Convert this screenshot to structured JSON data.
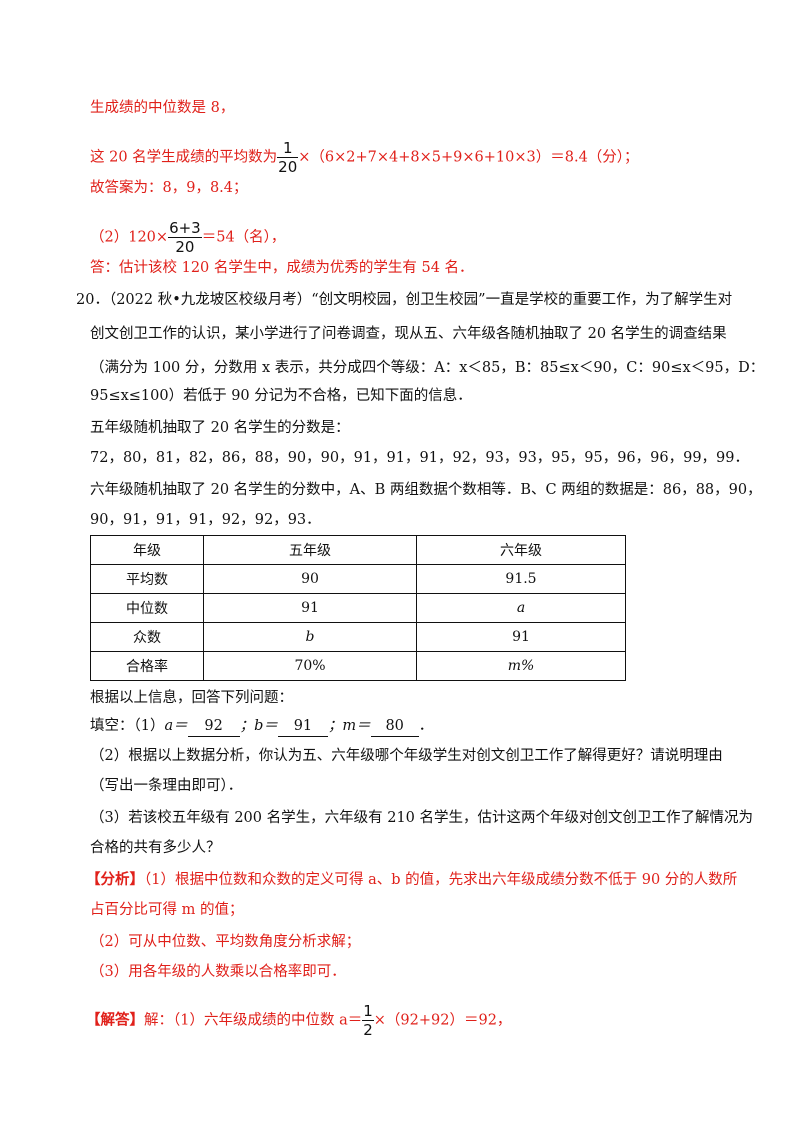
{
  "prev_solution": {
    "median_line": "生成绩的中位数是 8，",
    "mean_prefix": "这 20 名学生成绩的平均数为",
    "mean_frac_num": "1",
    "mean_frac_den": "20",
    "mean_suffix": "×（6×2+7×4+8×5+9×6+10×3）＝8.4（分）；",
    "answer_line": "故答案为：8，9，8.4；",
    "part2_prefix": "（2）120×",
    "part2_frac_num": "6+3",
    "part2_frac_den": "20",
    "part2_suffix": "＝54（名），",
    "final_answer": "答：估计该校 120 名学生中，成绩为优秀的学生有 54 名．"
  },
  "problem": {
    "number": "20．",
    "line1": "（2022 秋•九龙坡区校级月考）“创文明校园，创卫生校园”一直是学校的重要工作，为了解学生对",
    "line2": "创文创卫工作的认识，某小学进行了问卷调查，现从五、六年级各随机抽取了 20 名学生的调查结果",
    "line3": "（满分为 100 分，分数用 x 表示，共分成四个等级：A：x＜85，B：85≤x＜90，C：90≤x＜95，D：",
    "line4": "95≤x≤100）若低于 90 分记为不合格，已知下面的信息．",
    "grade5_intro": "五年级随机抽取了 20 名学生的分数是：",
    "grade5_scores": "72，80，81，82，86，88，90，90，91，91，91，92，93，93，95，95，96，96，99，99．",
    "grade6_line1": "六年级随机抽取了 20 名学生的分数中，A、B 两组数据个数相等．B、C 两组的数据是：86，88，90，",
    "grade6_line2": "90，91，91，91，92，92，93．"
  },
  "table": {
    "header": [
      "年级",
      "五年级",
      "六年级"
    ],
    "rows": [
      [
        "平均数",
        "90",
        "91.5"
      ],
      [
        "中位数",
        "91",
        "a"
      ],
      [
        "众数",
        "b",
        "91"
      ],
      [
        "合格率",
        "70%",
        "m%"
      ]
    ]
  },
  "questions": {
    "intro": "根据以上信息，回答下列问题：",
    "fill_prefix": "填空：（1）",
    "a_label": "a＝",
    "a_value": "92",
    "b_label": "；b＝",
    "b_value": "91",
    "m_label": "；m＝",
    "m_value": "80",
    "fill_end": "．",
    "q2_line1": "（2）根据以上数据分析，你认为五、六年级哪个年级学生对创文创卫工作了解得更好？请说明理由",
    "q2_line2": "（写出一条理由即可）．",
    "q3_line1": "（3）若该校五年级有 200 名学生，六年级有 210 名学生，估计这两个年级对创文创卫工作了解情况为",
    "q3_line2": "合格的共有多少人？"
  },
  "analysis": {
    "tag": "【分析】",
    "line1": "（1）根据中位数和众数的定义可得 a、b 的值，先求出六年级成绩分数不低于 90 分的人数所",
    "line2": "占百分比可得 m 的值；",
    "line3": "（2）可从中位数、平均数角度分析求解；",
    "line4": "（3）用各年级的人数乘以合格率即可．"
  },
  "solution": {
    "tag": "【解答】",
    "prefix": "解：（1）六年级成绩的中位数 a＝",
    "frac_num": "1",
    "frac_den": "2",
    "suffix": "×（92+92）＝92，"
  }
}
